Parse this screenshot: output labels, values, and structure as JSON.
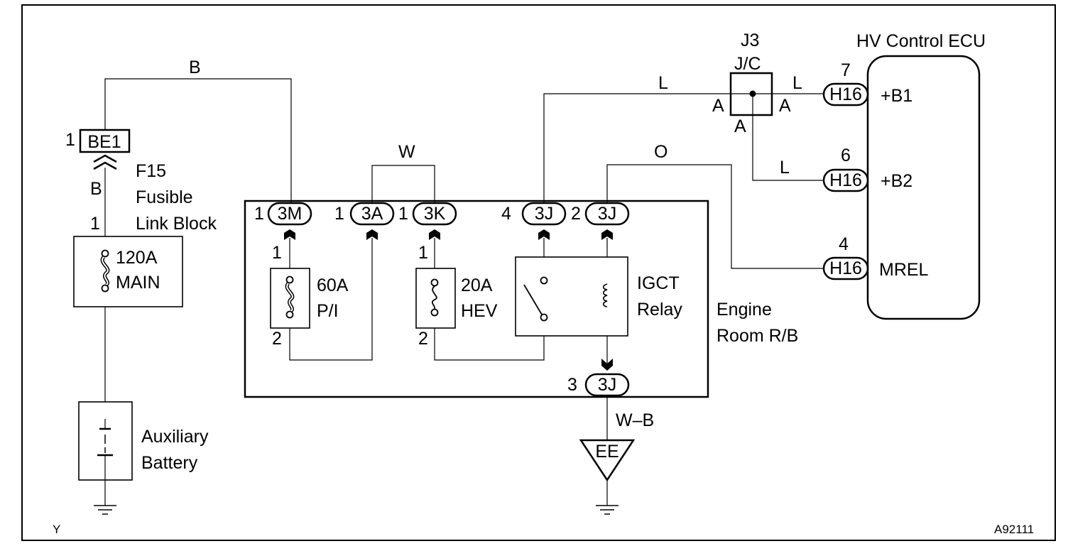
{
  "labels": {
    "wire_b_top": "B",
    "wire_b_left": "B",
    "wire_w": "W",
    "wire_l_top": "L",
    "wire_l_right": "L",
    "wire_l_lower": "L",
    "wire_o": "O",
    "wire_wb": "W–B",
    "be1": "BE1",
    "be1_pin": "1",
    "f15": "F15",
    "fusible_1": "Fusible",
    "fusible_2": "Link Block",
    "main_pin": "1",
    "main_1": "120A",
    "main_2": "MAIN",
    "aux_1": "Auxiliary",
    "aux_2": "Battery",
    "j3": "J3",
    "jc": "J/C",
    "jc_a_left": "A",
    "jc_a_right": "A",
    "jc_a_bottom": "A",
    "ecu_title": "HV Control ECU",
    "h16_1_pin": "7",
    "h16_1_term": "+B1",
    "h16_2_pin": "6",
    "h16_2_term": "+B2",
    "h16_3_pin": "4",
    "h16_3_term": "MREL",
    "h16": "H16",
    "c3m": "3M",
    "c3m_pin": "1",
    "c3a": "3A",
    "c3a_pin": "1",
    "c3k": "3K",
    "c3k_pin": "1",
    "c3j_a": "3J",
    "c3j_a_pin": "4",
    "c3j_b": "3J",
    "c3j_b_pin": "2",
    "c3j_c": "3J",
    "c3j_c_pin": "3",
    "f60_pin_top": "1",
    "f60_pin_bot": "2",
    "f60_1": "60A",
    "f60_2": "P/I",
    "f20_pin_top": "1",
    "f20_pin_bot": "2",
    "f20_1": "20A",
    "f20_2": "HEV",
    "igct_1": "IGCT",
    "igct_2": "Relay",
    "erb_1": "Engine",
    "erb_2": "Room R/B",
    "ee": "EE",
    "corner_y": "Y",
    "corner_code": "A92111"
  }
}
